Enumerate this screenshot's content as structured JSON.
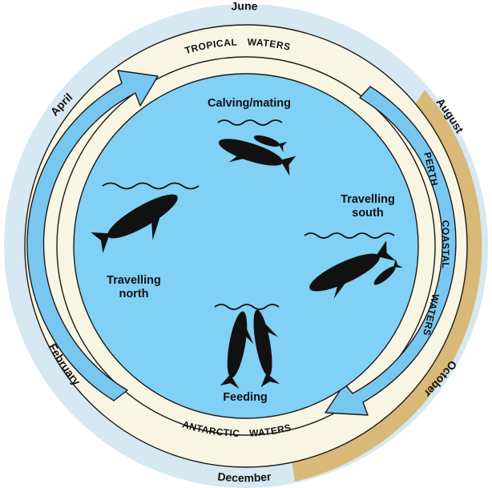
{
  "diagram": {
    "months": {
      "june": "June",
      "april": "April",
      "august": "August",
      "october": "October",
      "february": "February",
      "december": "December"
    },
    "zones": {
      "tropical_word1": "TROPICAL",
      "tropical_word2": "WATERS",
      "antarctic_word1": "ANTARCTIC",
      "antarctic_word2": "WATERS",
      "perth_word1": "PERTH",
      "perth_word2": "COASTAL",
      "perth_word3": "WATERS"
    },
    "stages": {
      "calving": "Calving/mating",
      "south_line1": "Travelling",
      "south_line2": "south",
      "north_line1": "Travelling",
      "north_line2": "north",
      "feeding": "Feeding"
    },
    "colors": {
      "outer_ring": "#d6e8f1",
      "perth_band": "#d9b978",
      "cream_ring": "#f8f5e2",
      "water": "#81d0f5",
      "arrow": "#78c7f1",
      "whale": "#111111"
    }
  }
}
